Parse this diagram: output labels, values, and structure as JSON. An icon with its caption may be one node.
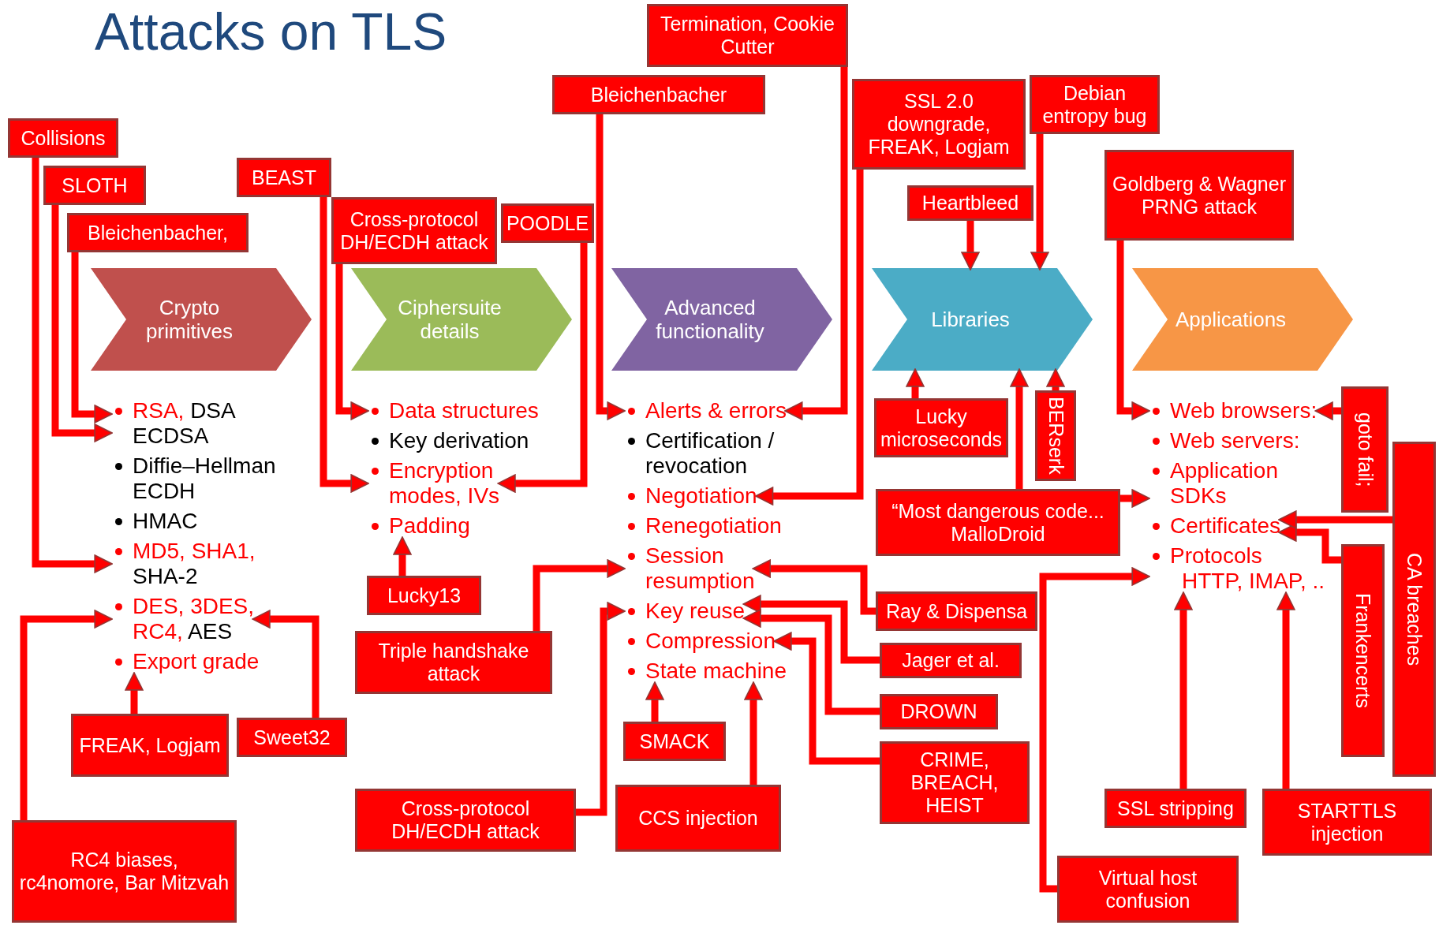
{
  "diagram": {
    "title": "Attacks on TLS",
    "nodes": [
      {
        "text": [
          "Crypto primitives"
        ]
      },
      {
        "text": [
          "Ciphersuite details"
        ]
      },
      {
        "text": [
          "Advanced functionality"
        ]
      },
      {
        "text": [
          "Libraries"
        ]
      },
      {
        "text": [
          "Applications"
        ]
      },
      {
        "text": [
          "RSA,",
          "DSA",
          "ECDSA"
        ]
      },
      {
        "text": [
          "Diffie–Hellman ECDH"
        ]
      },
      {
        "text": [
          "HMAC"
        ]
      },
      {
        "text": [
          "MD5,",
          "SHA1,",
          "SHA-2"
        ]
      },
      {
        "text": [
          "DES,",
          "3DES,",
          "RC4,",
          "AES"
        ]
      },
      {
        "text": [
          "Export grade"
        ]
      },
      {
        "text": [
          "Data structures"
        ]
      },
      {
        "text": [
          "Key derivation"
        ]
      },
      {
        "text": [
          "Encryption modes,",
          "IVs"
        ]
      },
      {
        "text": [
          "Padding"
        ]
      },
      {
        "text": [
          "Alerts & errors"
        ]
      },
      {
        "text": [
          "Certification / revocation"
        ]
      },
      {
        "text": [
          "Negotiation"
        ]
      },
      {
        "text": [
          "Renegotiation"
        ]
      },
      {
        "text": [
          "Session resumption"
        ]
      },
      {
        "text": [
          "Key reuse"
        ]
      },
      {
        "text": [
          "Compression"
        ]
      },
      {
        "text": [
          "State machine"
        ]
      },
      {
        "text": [
          "Web browsers:"
        ]
      },
      {
        "text": [
          "Web servers:"
        ]
      },
      {
        "text": [
          "Application SDKs"
        ]
      },
      {
        "text": [
          "Certificates"
        ]
      },
      {
        "text": [
          "Protocols",
          "HTTP, IMAP, .."
        ]
      },
      {
        "text": [
          "SLOTH"
        ]
      },
      {
        "text": [
          "Collisions"
        ]
      },
      {
        "text": [
          "Bleichenbacher,"
        ]
      },
      {
        "text": [
          "BEAST"
        ]
      },
      {
        "text": [
          "POODLE"
        ]
      },
      {
        "text": [
          "Cross-protocol DH/ECDH attack"
        ]
      },
      {
        "text": [
          "Termination, Cookie Cutter"
        ]
      },
      {
        "text": [
          "Bleichenbacher"
        ]
      },
      {
        "text": [
          "SSL 2.0 downgrade, FREAK, Logjam"
        ]
      },
      {
        "text": [
          "Debian entropy bug"
        ]
      },
      {
        "text": [
          "Heartbleed"
        ]
      },
      {
        "text": [
          "Goldberg & Wagner PRNG attack"
        ]
      },
      {
        "text": [
          "goto fail;"
        ]
      },
      {
        "text": [
          "Lucky microseconds"
        ]
      },
      {
        "text": [
          "BERserk"
        ]
      },
      {
        "text": [
          "“Most dangerous code...",
          "MalloDroid"
        ]
      },
      {
        "text": [
          "Lucky13"
        ]
      },
      {
        "text": [
          "Triple handshake attack"
        ]
      },
      {
        "text": [
          "Ray & Dispensa"
        ]
      },
      {
        "text": [
          "Jager et al."
        ]
      },
      {
        "text": [
          "DROWN"
        ]
      },
      {
        "text": [
          "CRIME, BREACH, HEIST"
        ]
      },
      {
        "text": [
          "Frankencerts"
        ]
      },
      {
        "text": [
          "CA breaches"
        ]
      },
      {
        "text": [
          "FREAK, Logjam"
        ]
      },
      {
        "text": [
          "Sweet32"
        ]
      },
      {
        "text": [
          "Cross-protocol DH/ECDH attack"
        ]
      },
      {
        "text": [
          "SMACK"
        ]
      },
      {
        "text": [
          "CCS injection"
        ]
      },
      {
        "text": [
          "RC4 biases, rc4nomore, Bar Mitzvah"
        ]
      },
      {
        "text": [
          "SSL stripping"
        ]
      },
      {
        "text": [
          "Virtual host confusion"
        ]
      },
      {
        "text": [
          "STARTTLS injection"
        ]
      }
    ],
    "edges": [
      {
        "from": 30,
        "to": 5,
        "arrow": "to"
      },
      {
        "from": 28,
        "to": 5,
        "arrow": "to"
      },
      {
        "from": 29,
        "to": 8,
        "arrow": "to"
      },
      {
        "from": 31,
        "to": 13,
        "arrow": "to"
      },
      {
        "from": 32,
        "to": 13,
        "arrow": "to"
      },
      {
        "from": 33,
        "to": 11,
        "arrow": "to"
      },
      {
        "from": 35,
        "to": 15,
        "arrow": "to"
      },
      {
        "from": 34,
        "to": 15,
        "arrow": "to"
      },
      {
        "from": 36,
        "to": 17,
        "arrow": "to"
      },
      {
        "from": 37,
        "to": 3,
        "arrow": "to"
      },
      {
        "from": 38,
        "to": 3,
        "arrow": "to"
      },
      {
        "from": 39,
        "to": 23,
        "arrow": "to"
      },
      {
        "from": 40,
        "to": 23,
        "arrow": "to"
      },
      {
        "from": 41,
        "to": 3,
        "arrow": "to"
      },
      {
        "from": 42,
        "to": 3,
        "arrow": "to"
      },
      {
        "from": 43,
        "to": 3,
        "arrow": "to"
      },
      {
        "from": 43,
        "to": 25,
        "arrow": "to"
      },
      {
        "from": 44,
        "to": 14,
        "arrow": "to"
      },
      {
        "from": 45,
        "to": 19,
        "arrow": "to"
      },
      {
        "from": 46,
        "to": 19,
        "arrow": "to"
      },
      {
        "from": 47,
        "to": 20,
        "arrow": "to"
      },
      {
        "from": 48,
        "to": 20,
        "arrow": "to"
      },
      {
        "from": 49,
        "to": 21,
        "arrow": "to"
      },
      {
        "from": 50,
        "to": 26,
        "arrow": "to"
      },
      {
        "from": 51,
        "to": 26,
        "arrow": "to"
      },
      {
        "from": 52,
        "to": 10,
        "arrow": "to"
      },
      {
        "from": 53,
        "to": 9,
        "arrow": "to"
      },
      {
        "from": 54,
        "to": 20,
        "arrow": "to"
      },
      {
        "from": 55,
        "to": 22,
        "arrow": "to"
      },
      {
        "from": 56,
        "to": 22,
        "arrow": "to"
      },
      {
        "from": 57,
        "to": 9,
        "arrow": "to"
      },
      {
        "from": 58,
        "to": 27,
        "arrow": "to"
      },
      {
        "from": 59,
        "to": 27,
        "arrow": "to"
      },
      {
        "from": 60,
        "to": 27,
        "arrow": "to"
      }
    ]
  }
}
